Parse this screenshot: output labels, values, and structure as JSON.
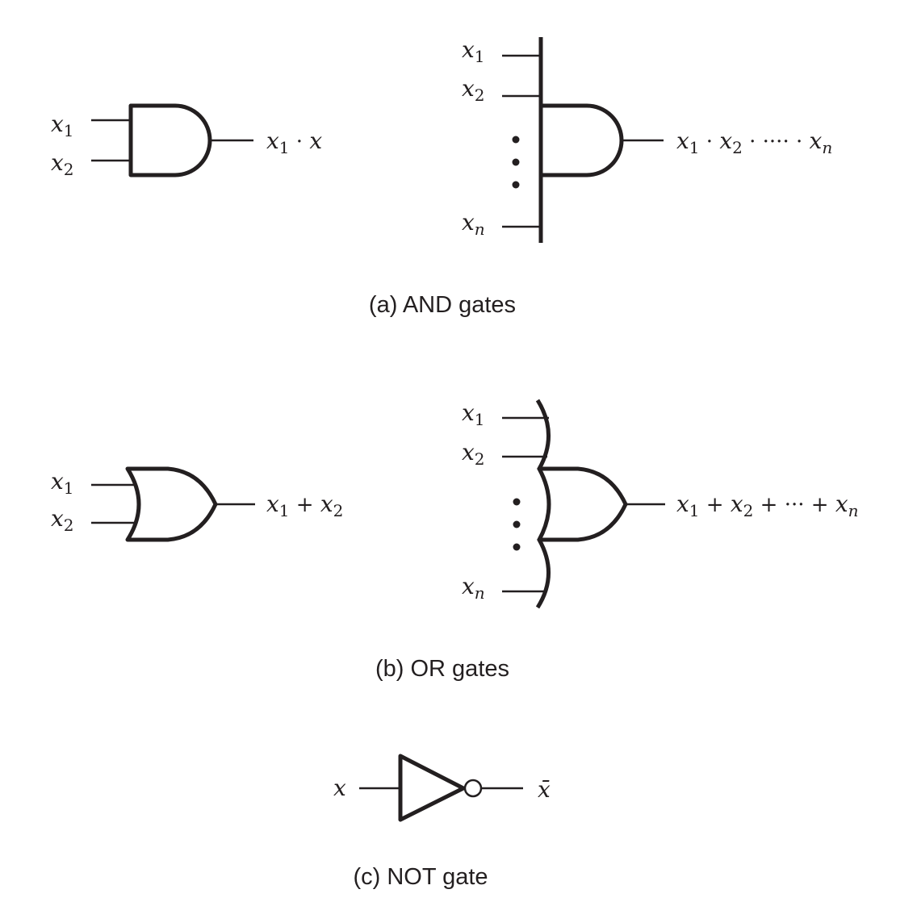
{
  "captions": {
    "and": "(a) AND gates",
    "or": "(b) OR gates",
    "not": "(c) NOT gate"
  },
  "and2": {
    "in1": {
      "v": "x",
      "s": "1"
    },
    "in2": {
      "v": "x",
      "s": "2"
    },
    "out": {
      "a": "x",
      "as": "1",
      "op": " · ",
      "b": "x"
    }
  },
  "andn": {
    "in1": {
      "v": "x",
      "s": "1"
    },
    "in2": {
      "v": "x",
      "s": "2"
    },
    "inn": {
      "v": "x",
      "s": "n"
    },
    "out": {
      "a": "x",
      "as": "1",
      "op1": " · ",
      "b": "x",
      "bs": "2",
      "op2": " · ···· · ",
      "c": "x",
      "cs": "n"
    }
  },
  "or2": {
    "in1": {
      "v": "x",
      "s": "1"
    },
    "in2": {
      "v": "x",
      "s": "2"
    },
    "out": {
      "a": "x",
      "as": "1",
      "op": " + ",
      "b": "x",
      "bs": "2"
    }
  },
  "orn": {
    "in1": {
      "v": "x",
      "s": "1"
    },
    "in2": {
      "v": "x",
      "s": "2"
    },
    "inn": {
      "v": "x",
      "s": "n"
    },
    "out": {
      "a": "x",
      "as": "1",
      "op1": " + ",
      "b": "x",
      "bs": "2",
      "op2": " + ··· + ",
      "c": "x",
      "cs": "n"
    }
  },
  "not": {
    "in": "x",
    "out": "x̄"
  }
}
